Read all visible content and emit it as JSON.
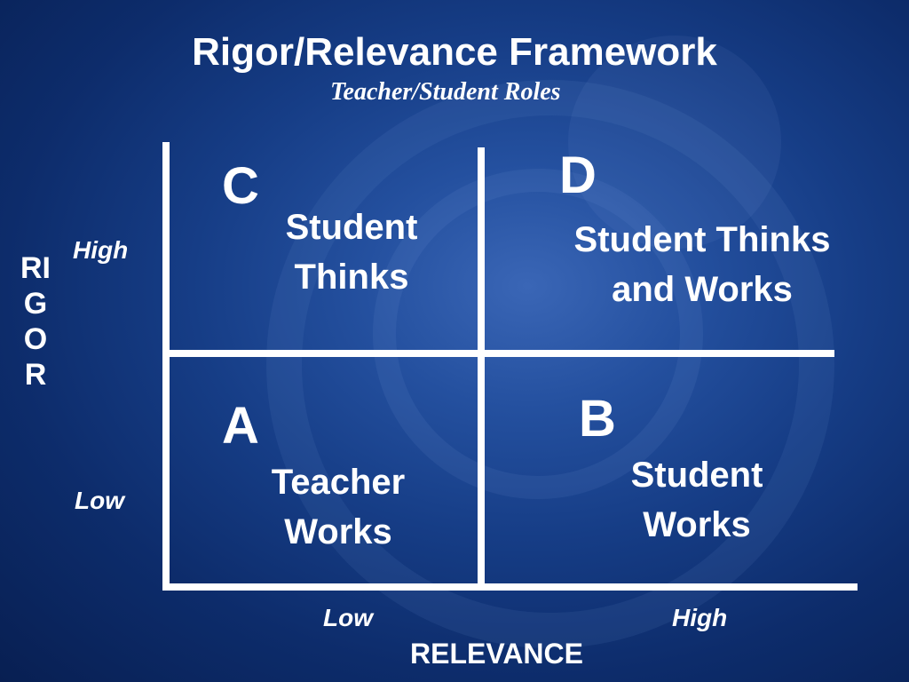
{
  "title": "Rigor/Relevance Framework",
  "subtitle": "Teacher/Student Roles",
  "rigor_axis": {
    "label": "RIGOR",
    "high": "High",
    "low": "Low"
  },
  "relevance_axis": {
    "label": "RELEVANCE",
    "low": "Low",
    "high": "High"
  },
  "quadrants": [
    {
      "letter": "C",
      "line1": "Student",
      "line2": "Thinks"
    },
    {
      "letter": "D",
      "line1": "Student Thinks",
      "line2": "and Works"
    },
    {
      "letter": "A",
      "line1": "Teacher",
      "line2": "Works"
    },
    {
      "letter": "B",
      "line1": "Student",
      "line2": "Works"
    }
  ],
  "colors": {
    "background": "#163d86",
    "lines": "#ffffff",
    "text": "#ffffff"
  }
}
